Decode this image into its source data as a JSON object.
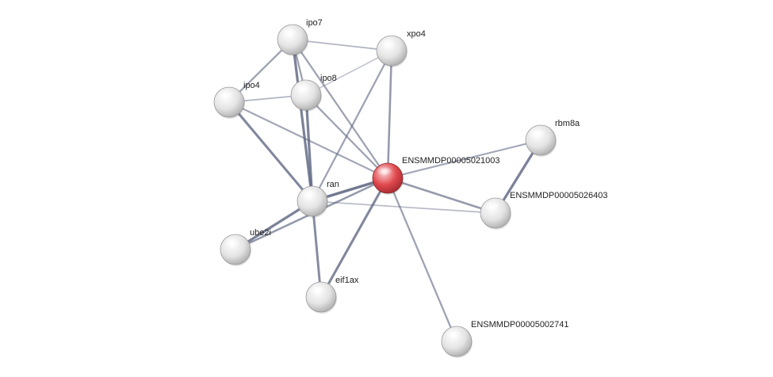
{
  "network": {
    "colors": {
      "query_node": "#e0474c",
      "node": "#d6d6d6",
      "edge": "#5d6580",
      "label": "#222222"
    },
    "nodes": [
      {
        "id": "query",
        "label": "ENSMMDP00005021003",
        "query": true
      },
      {
        "id": "ipo7",
        "label": "ipo7"
      },
      {
        "id": "xpo4",
        "label": "xpo4"
      },
      {
        "id": "ipo4",
        "label": "ipo4"
      },
      {
        "id": "ipo8",
        "label": "ipo8"
      },
      {
        "id": "rbm8a",
        "label": "rbm8a"
      },
      {
        "id": "ran",
        "label": "ran"
      },
      {
        "id": "n26403",
        "label": "ENSMMDP00005026403"
      },
      {
        "id": "ube2i",
        "label": "ube2i"
      },
      {
        "id": "eif1ax",
        "label": "eif1ax"
      },
      {
        "id": "n02741",
        "label": "ENSMMDP00005002741"
      }
    ],
    "edges": [
      {
        "source": "ipo7",
        "target": "xpo4",
        "strength": 0.3
      },
      {
        "source": "ipo7",
        "target": "ipo4",
        "strength": 0.5
      },
      {
        "source": "ipo7",
        "target": "ipo8",
        "strength": 0.5
      },
      {
        "source": "ipo7",
        "target": "ran",
        "strength": 0.85
      },
      {
        "source": "ipo7",
        "target": "query",
        "strength": 0.5
      },
      {
        "source": "ipo8",
        "target": "xpo4",
        "strength": 0.2
      },
      {
        "source": "ipo4",
        "target": "ipo8",
        "strength": 0.3
      },
      {
        "source": "ipo4",
        "target": "ran",
        "strength": 0.8
      },
      {
        "source": "ipo4",
        "target": "query",
        "strength": 0.45
      },
      {
        "source": "ipo8",
        "target": "ran",
        "strength": 0.85
      },
      {
        "source": "ipo8",
        "target": "query",
        "strength": 0.5
      },
      {
        "source": "xpo4",
        "target": "query",
        "strength": 0.6
      },
      {
        "source": "xpo4",
        "target": "ran",
        "strength": 0.5
      },
      {
        "source": "rbm8a",
        "target": "query",
        "strength": 0.45
      },
      {
        "source": "rbm8a",
        "target": "n26403",
        "strength": 0.85
      },
      {
        "source": "query",
        "target": "n26403",
        "strength": 0.6
      },
      {
        "source": "query",
        "target": "ran",
        "strength": 0.95
      },
      {
        "source": "query",
        "target": "ube2i",
        "strength": 0.6
      },
      {
        "source": "query",
        "target": "eif1ax",
        "strength": 0.8
      },
      {
        "source": "query",
        "target": "n02741",
        "strength": 0.5
      },
      {
        "source": "ran",
        "target": "n26403",
        "strength": 0.25
      },
      {
        "source": "ran",
        "target": "ube2i",
        "strength": 0.85
      },
      {
        "source": "ran",
        "target": "eif1ax",
        "strength": 0.75
      }
    ]
  }
}
